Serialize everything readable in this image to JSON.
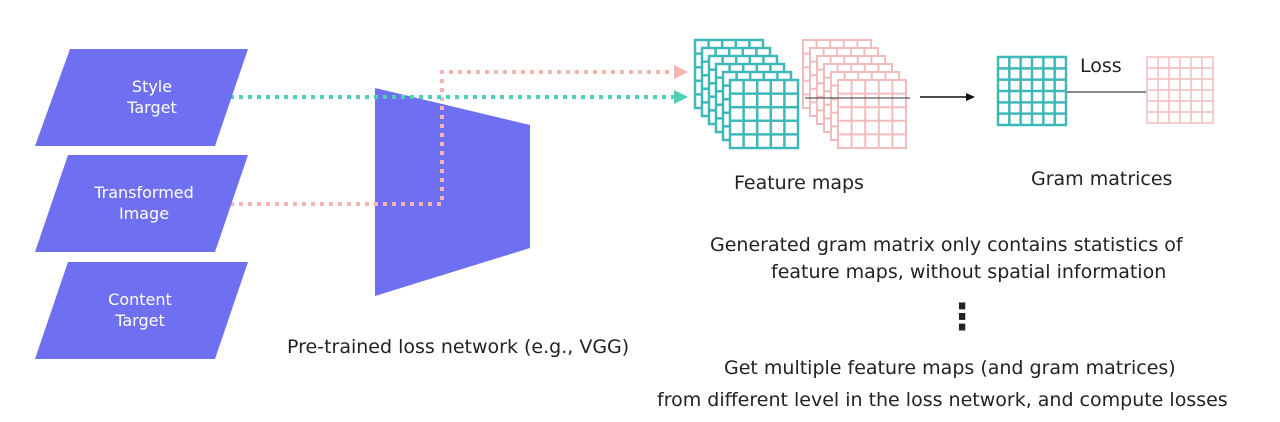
{
  "colors": {
    "input_fill": "#6f6ff2",
    "network_fill": "#6f6ff2",
    "style_path": "#4fcfb4",
    "transformed_path": "#f4b5b0",
    "teal_grid": "#3fb8b8",
    "pink_grid": "#f2bcbc"
  },
  "inputs": [
    {
      "line1": "Style",
      "line2": "Target"
    },
    {
      "line1": "Transformed",
      "line2": "Image"
    },
    {
      "line1": "Content",
      "line2": "Target"
    }
  ],
  "labels": {
    "network": "Pre-trained loss network (e.g., VGG)",
    "feature_maps": "Feature maps",
    "gram_matrices": "Gram matrices",
    "loss": "Loss",
    "note1_line1": "Generated gram matrix only contains statistics of",
    "note1_line2": "feature maps, without spatial information",
    "ellipsis": "⋮",
    "note2_line1": "Get multiple feature maps (and gram matrices)",
    "note2_line2": "from different level in the loss network, and compute losses"
  }
}
